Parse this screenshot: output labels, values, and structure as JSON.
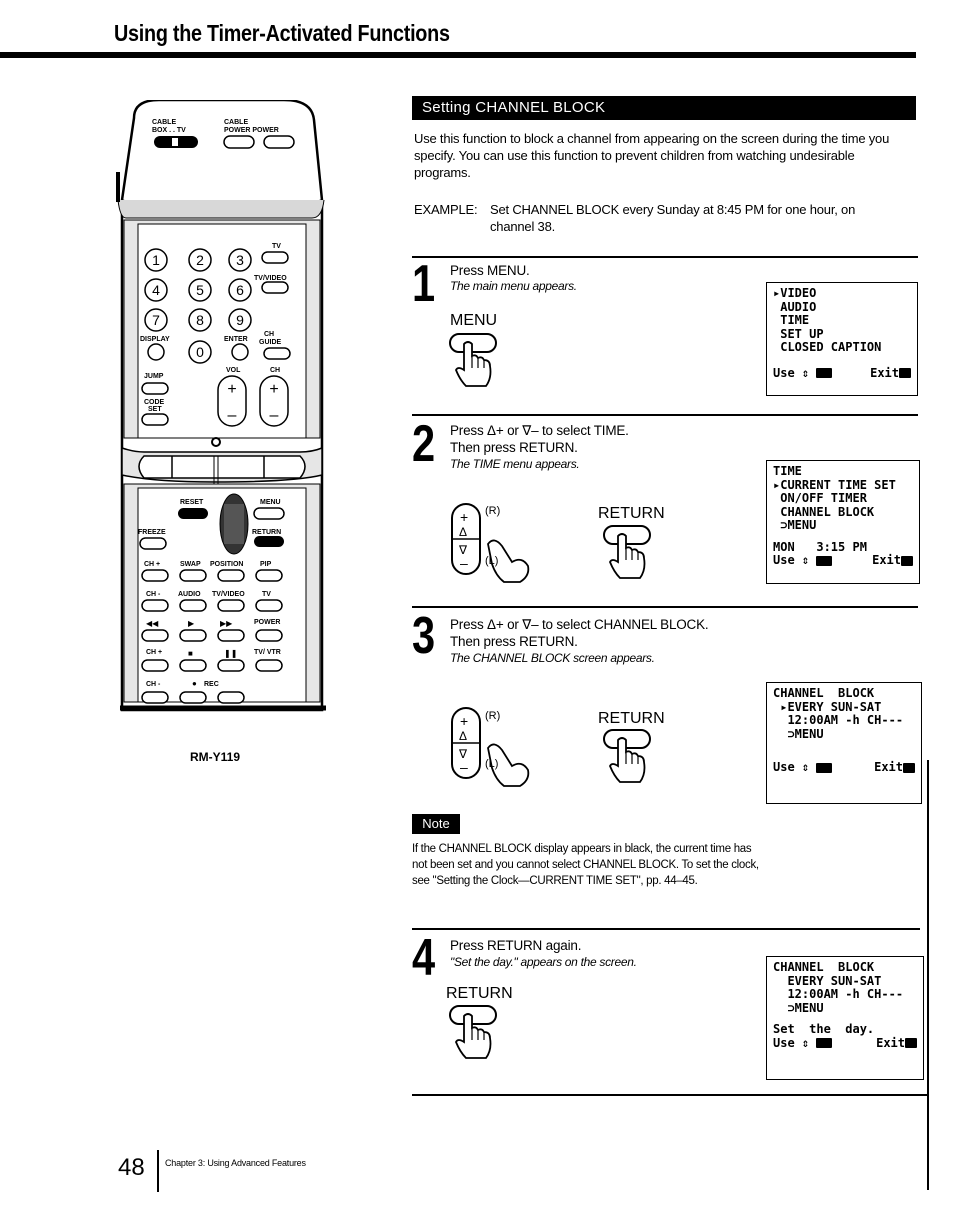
{
  "page": {
    "title": "Using the Timer-Activated Functions",
    "page_number": "48",
    "chapter": "Chapter 3: Using Advanced Features"
  },
  "remote": {
    "model": "RM-Y119",
    "top_labels": [
      "CABLE BOX",
      "TV",
      "CABLE POWER",
      "POWER"
    ],
    "numbers": [
      "1",
      "2",
      "3",
      "4",
      "5",
      "6",
      "7",
      "8",
      "9",
      "0"
    ],
    "labels": {
      "tv": "TV",
      "tv_video": "TV/VIDEO",
      "display": "DISPLAY",
      "enter": "ENTER",
      "ch_guide": "CH GUIDE",
      "jump": "JUMP",
      "vol": "VOL",
      "ch": "CH",
      "code_set": "CODE SET",
      "reset": "RESET",
      "menu": "MENU",
      "freeze": "FREEZE",
      "return": "RETURN",
      "ch_plus": "CH +",
      "swap": "SWAP",
      "position": "POSITION",
      "pip": "PIP",
      "ch_minus": "CH -",
      "audio": "AUDIO",
      "tv_video2": "TV/VIDEO",
      "tv2": "TV",
      "power": "POWER",
      "tv_vtr": "TV/ VTR",
      "rec": "REC"
    }
  },
  "section": {
    "header": "Setting CHANNEL BLOCK",
    "intro": "Use this function to block a channel from appearing on the screen during the time you specify. You can use this function to prevent children from watching undesirable programs.",
    "example_label": "EXAMPLE:",
    "example_line1": "Set CHANNEL BLOCK every Sunday at 8:45 PM for one hour, on",
    "example_line2": "channel 38."
  },
  "steps": [
    {
      "num": "1",
      "line1": "Press MENU.",
      "sub": "The main menu appears.",
      "button_label": "MENU",
      "osd": [
        "▸VIDEO",
        " AUDIO",
        " TIME",
        " SET UP",
        " CLOSED CAPTION"
      ],
      "osd_use": "Use ⇕",
      "osd_exit": "Exit"
    },
    {
      "num": "2",
      "line1": "Press Δ+ or ∇– to select TIME.",
      "line2": "Then press RETURN.",
      "sub": "The TIME menu appears.",
      "button_label": "RETURN",
      "rocker_r": "(R)",
      "rocker_l": "(L)",
      "osd": [
        "TIME",
        "▸CURRENT TIME SET",
        " ON/OFF TIMER",
        " CHANNEL BLOCK",
        " ⊃MENU"
      ],
      "osd_clock": "MON   3:15 PM",
      "osd_use": "Use ⇕",
      "osd_exit": "Exit"
    },
    {
      "num": "3",
      "line1": "Press Δ+ or ∇– to select CHANNEL BLOCK.",
      "line2": "Then press RETURN.",
      "sub": "The CHANNEL BLOCK screen appears.",
      "button_label": "RETURN",
      "rocker_r": "(R)",
      "rocker_l": "(L)",
      "osd": [
        "CHANNEL  BLOCK",
        "",
        " ▸EVERY SUN-SAT",
        "  12:00AM -h CH---",
        "  ⊃MENU"
      ],
      "osd_use": "Use ⇕",
      "osd_exit": "Exit"
    },
    {
      "num": "4",
      "line1": "Press RETURN again.",
      "sub": "\"Set the day.\" appears on the screen.",
      "button_label": "RETURN",
      "osd": [
        "CHANNEL  BLOCK",
        "",
        "  EVERY SUN-SAT",
        "  12:00AM -h CH---",
        "  ⊃MENU"
      ],
      "osd_set": "Set  the  day.",
      "osd_use": "Use ⇕",
      "osd_exit": "Exit"
    }
  ],
  "note": {
    "label": "Note",
    "text": "If the CHANNEL BLOCK display appears in black, the current time has not been set and you cannot select CHANNEL BLOCK. To set the clock, see \"Setting the Clock—CURRENT TIME SET\", pp. 44–45."
  }
}
